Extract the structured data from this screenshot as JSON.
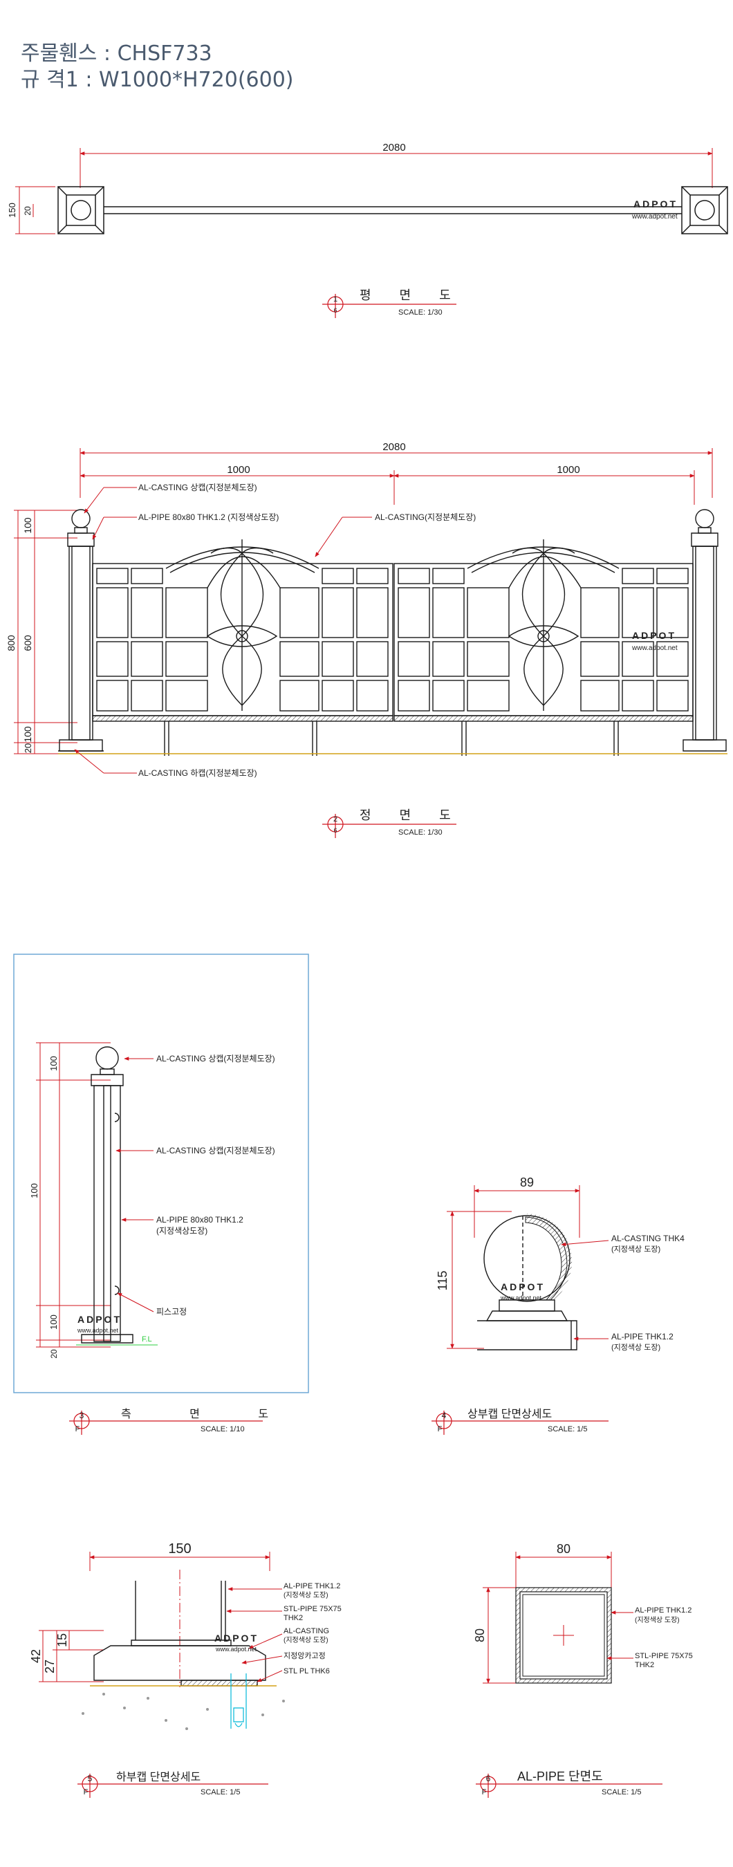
{
  "header": {
    "line1": "주물휀스 : CHSF733",
    "line2": "규 격1 : W1000*H720(600)"
  },
  "colors": {
    "line": "#1a1a1a",
    "dimension": "#d0141e",
    "text_gray": "#4a5a6e",
    "frame": "#6fa8d6",
    "ground": "#d4a017",
    "watermark_red": "#d0141e"
  },
  "watermark": {
    "brand": "ADPOT",
    "url": "www.adpot.net"
  },
  "views": {
    "plan": {
      "number": "1",
      "sheet": "6",
      "title": "평 면 도",
      "scale": "SCALE: 1/30",
      "dims": {
        "overall": "2080",
        "side_outer": "150",
        "side_inner": "20"
      }
    },
    "front": {
      "number": "2",
      "sheet": "6",
      "title": "정 면 도",
      "scale": "SCALE: 1/30",
      "dims": {
        "overall": "2080",
        "left_panel": "1000",
        "right_panel": "1000",
        "v_total": "800",
        "v_top": "100",
        "v_mid": "600",
        "v_bottom": "100",
        "v_base": "20"
      },
      "notes": [
        "AL-CASTING 상캡(지정분체도장)",
        "AL-PIPE 80x80 THK1.2 (지정색상도장)",
        "AL-CASTING(지정분체도장)",
        "AL-CASTING 하캡(지정분체도장)"
      ]
    },
    "side": {
      "number": "3",
      "sheet": "F",
      "title": "측 면 도",
      "scale": "SCALE: 1/10",
      "dims": {
        "v1": "100",
        "v2": "100",
        "v3": "100",
        "v4": "20"
      },
      "notes": [
        "AL-CASTING 상캡(지정분체도장)",
        "AL-CASTING 상캡(지정분체도장)",
        "AL-PIPE 80x80 THK1.2",
        "(지정색상도장)",
        "피스고정"
      ],
      "fl": "F.L"
    },
    "top_cap": {
      "number": "4",
      "sheet": "F",
      "title": "상부캡 단면상세도",
      "scale": "SCALE: 1/5",
      "dims": {
        "width": "89",
        "height": "115"
      },
      "notes": [
        "AL-CASTING THK4",
        "(지정색상 도장)",
        "AL-PIPE THK1.2",
        "(지정색상 도장)"
      ]
    },
    "bottom_cap": {
      "number": "5",
      "sheet": "F",
      "title": "하부캡 단면상세도",
      "scale": "SCALE: 1/5",
      "dims": {
        "width": "150",
        "v1": "42",
        "v2": "27",
        "v3": "15"
      },
      "notes": [
        "AL-PIPE THK1.2",
        "(지정색상 도장)",
        "STL-PIPE 75X75",
        "THK2",
        "AL-CASTING",
        "(지정색상 도장)",
        "지정앙카고정",
        "STL PL THK6"
      ]
    },
    "pipe": {
      "number": "6",
      "sheet": "F",
      "title": "AL-PIPE 단면도",
      "scale": "SCALE: 1/5",
      "dims": {
        "width": "80",
        "height": "80"
      },
      "notes": [
        "AL-PIPE THK1.2",
        "(지정색상 도장)",
        "STL-PIPE 75X75",
        "THK2"
      ]
    }
  }
}
